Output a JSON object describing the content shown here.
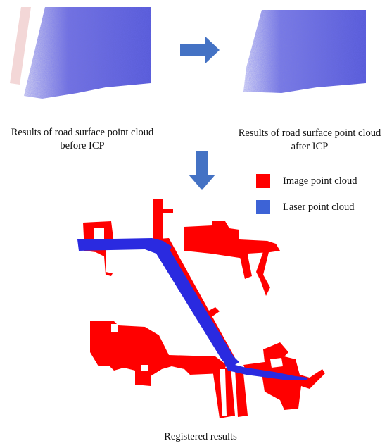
{
  "captions": {
    "before_icp": "Results of road surface point cloud before ICP",
    "after_icp": "Results of road surface point cloud after ICP",
    "registered": "Registered results"
  },
  "legend": [
    {
      "label": "Image point cloud",
      "color": "#ff0000"
    },
    {
      "label": "Laser point cloud",
      "color": "#3d63d6"
    }
  ],
  "colors": {
    "arrow": "#4472c4",
    "cloud_blue": "#3b3fd0",
    "cloud_red": "#ff0000"
  }
}
